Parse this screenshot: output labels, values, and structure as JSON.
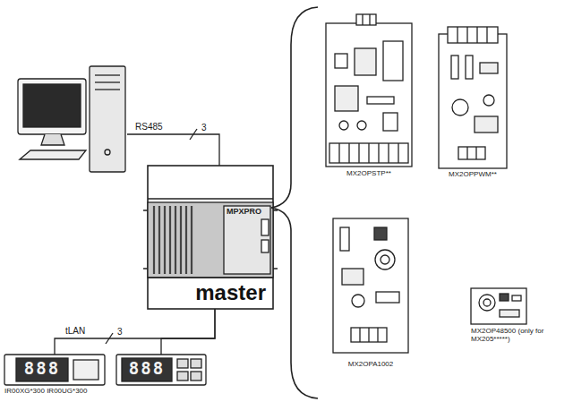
{
  "diagram": {
    "nodes": [
      {
        "text": []
      },
      {
        "text": [
          "MPXPRO",
          "master"
        ]
      },
      {
        "text": [
          "MX2OPSTP**"
        ]
      },
      {
        "text": [
          "MX2OPPWM**"
        ]
      },
      {
        "text": [
          "888",
          "IR00XG*300 IR00UG*300"
        ]
      },
      {
        "text": [
          "888"
        ]
      },
      {
        "text": [
          "MX2OPA1002"
        ]
      },
      {
        "text": [
          "MX2OP48500 (only for MX205*****)"
        ]
      }
    ],
    "edges": [
      {
        "from": 0,
        "to": 1,
        "arrow": "none",
        "label": "RS485"
      },
      {
        "from": 1,
        "to": 4,
        "arrow": "none",
        "label": "tLAN"
      },
      {
        "from": 1,
        "to": 5,
        "arrow": "none"
      }
    ],
    "labels": [
      "3",
      "3"
    ]
  }
}
